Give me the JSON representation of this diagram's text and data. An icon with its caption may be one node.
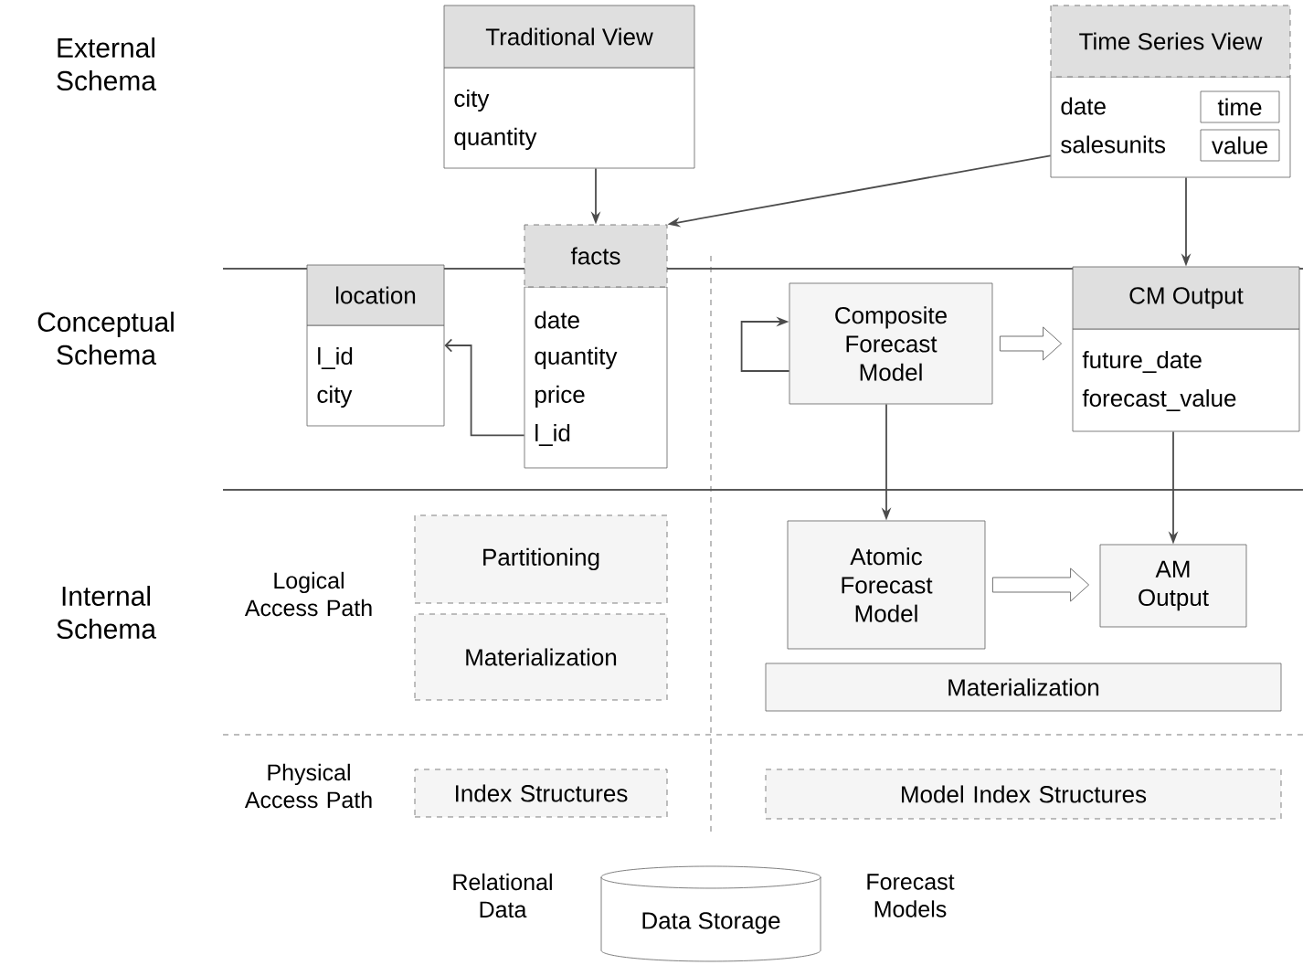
{
  "diagram": {
    "nodes": [
      {
        "text": [
          "Traditional View",
          "city",
          "quantity"
        ]
      },
      {
        "text": [
          "Time Series View",
          "date",
          "salesunits"
        ]
      },
      {
        "text": [
          "time"
        ],
        "in": 1
      },
      {
        "text": [
          "value"
        ],
        "in": 1
      },
      {
        "text": [
          "location",
          "l_id",
          "city"
        ]
      },
      {
        "text": [
          "facts",
          "date",
          "quantity",
          "price",
          "l_id"
        ]
      },
      {
        "text": [
          "Composite Forecast Model"
        ]
      },
      {
        "text": [
          "CM Output",
          "future_date",
          "forecast_value"
        ]
      },
      {
        "text": [
          "Partitioning"
        ]
      },
      {
        "text": [
          "Materialization"
        ]
      },
      {
        "text": [
          "Atomic Forecast Model"
        ]
      },
      {
        "text": [
          "AM Output"
        ]
      },
      {
        "text": [
          "Materialization"
        ]
      },
      {
        "text": [
          "Index Structures"
        ]
      },
      {
        "text": [
          "Model Index Structures"
        ]
      },
      {
        "text": [
          "Data Storage"
        ]
      }
    ],
    "edges": [
      {
        "from": 0,
        "to": 5,
        "arrow": "to"
      },
      {
        "from": 1,
        "to": 5,
        "arrow": "to"
      },
      {
        "from": 1,
        "to": 7,
        "arrow": "to"
      },
      {
        "from": 5,
        "to": 4,
        "arrow": "to"
      },
      {
        "from": 6,
        "to": 6,
        "arrow": "to"
      },
      {
        "from": 6,
        "to": 7,
        "arrow": "to",
        "style": "thick"
      },
      {
        "from": 6,
        "to": 10,
        "arrow": "to"
      },
      {
        "from": 7,
        "to": 11,
        "arrow": "to"
      },
      {
        "from": 10,
        "to": 11,
        "arrow": "to",
        "style": "thick"
      }
    ],
    "labels": [
      "External Schema",
      "Conceptual Schema",
      "Internal Schema",
      "Logical Access Path",
      "Physical Access Path",
      "Relational Data",
      "Forecast Models"
    ]
  }
}
